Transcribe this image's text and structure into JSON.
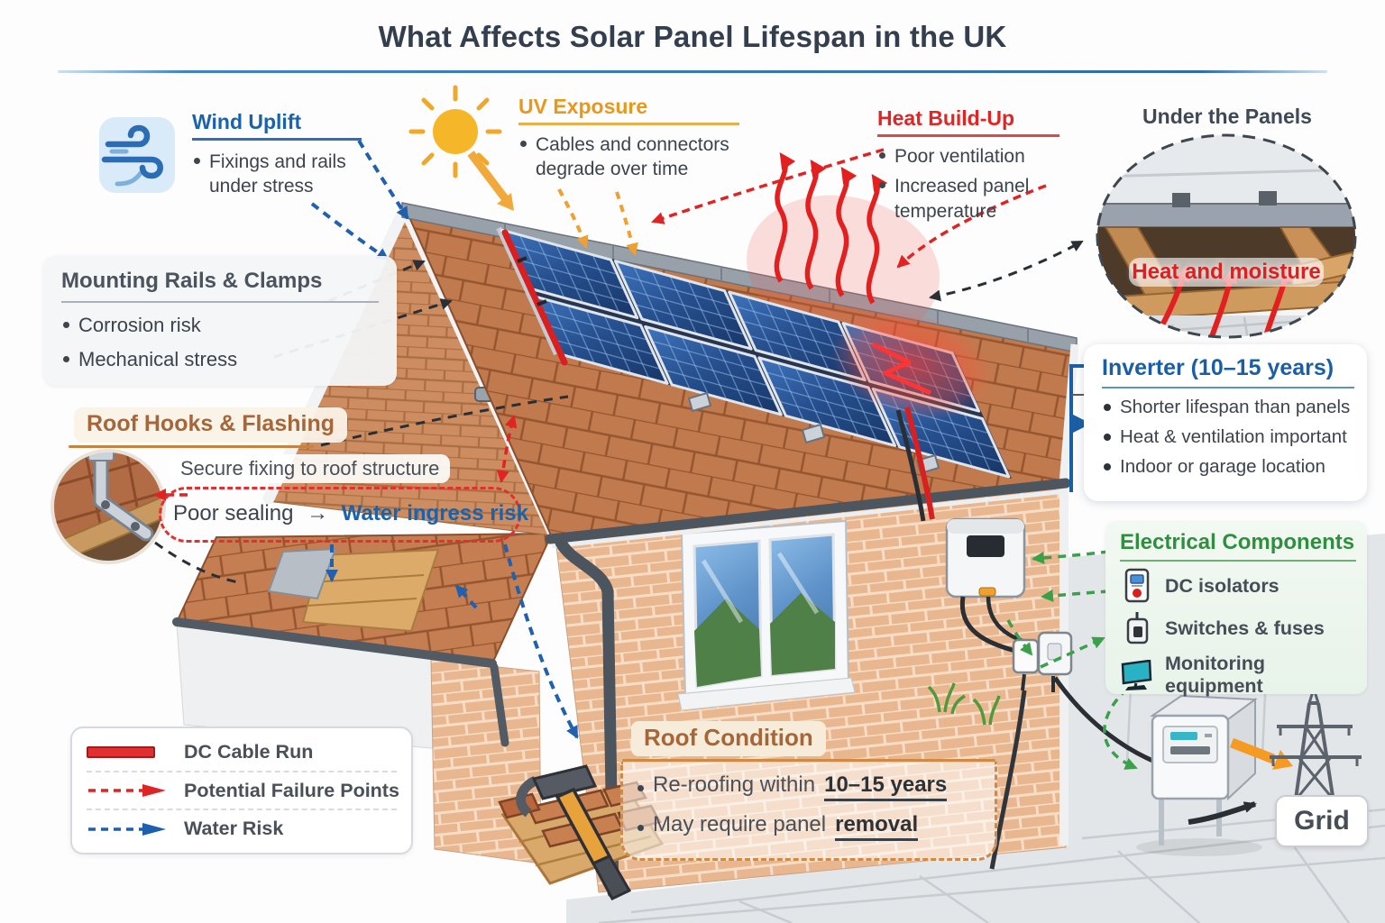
{
  "title": "What Affects Solar Panel Lifespan in the UK",
  "sections": {
    "wind_uplift": {
      "icon": "wind-icon",
      "heading": "Wind Uplift",
      "bullet": "Fixings and rails under stress"
    },
    "uv_exposure": {
      "icon": "sun-icon",
      "heading": "UV Exposure",
      "bullet": "Cables and connectors degrade over time"
    },
    "heat_buildup": {
      "heading": "Heat Build-Up",
      "bullets": [
        "Poor ventilation",
        "Increased panel temperature"
      ]
    },
    "under_panels": {
      "heading": "Under the Panels",
      "caption": "Heat and moisture"
    },
    "mounting_rails": {
      "heading": "Mounting Rails & Clamps",
      "bullets": [
        "Corrosion risk",
        "Mechanical stress"
      ]
    },
    "roof_hooks": {
      "heading": "Roof Hooks & Flashing",
      "line1": "Secure fixing to roof structure",
      "line2_prefix": "Poor sealing",
      "line2_arrow": "→",
      "line2_risk": "Water ingress risk"
    },
    "inverter": {
      "heading": "Inverter (10–15 years)",
      "bullets": [
        "Shorter lifespan than panels",
        "Heat & ventilation important",
        "Indoor or garage location"
      ]
    },
    "electrical": {
      "heading": "Electrical Components",
      "items": [
        {
          "icon": "dc-isolator-icon",
          "label": "DC isolators"
        },
        {
          "icon": "switch-fuse-icon",
          "label": "Switches & fuses"
        },
        {
          "icon": "monitor-icon",
          "label": "Monitoring equipment"
        }
      ]
    },
    "roof_condition": {
      "heading": "Roof Condition",
      "bullet1_prefix": "Re-roofing within",
      "bullet1_bold": "10–15 years",
      "bullet2_prefix": "May require panel",
      "bullet2_bold": "removal"
    },
    "grid_label": "Grid"
  },
  "legend": {
    "items": [
      {
        "style": "solid-red-line",
        "label": "DC Cable Run"
      },
      {
        "style": "red-dashed-arrow",
        "label": "Potential Failure Points"
      },
      {
        "style": "blue-dashed-arrow",
        "label": "Water Risk"
      }
    ]
  },
  "colors": {
    "blue_accent": "#1a62ab",
    "orange_accent": "#e8981c",
    "red_accent": "#e32424",
    "green_accent": "#2f8f3f",
    "brown_accent": "#a5663a",
    "dc_cable_red": "#d92020"
  }
}
